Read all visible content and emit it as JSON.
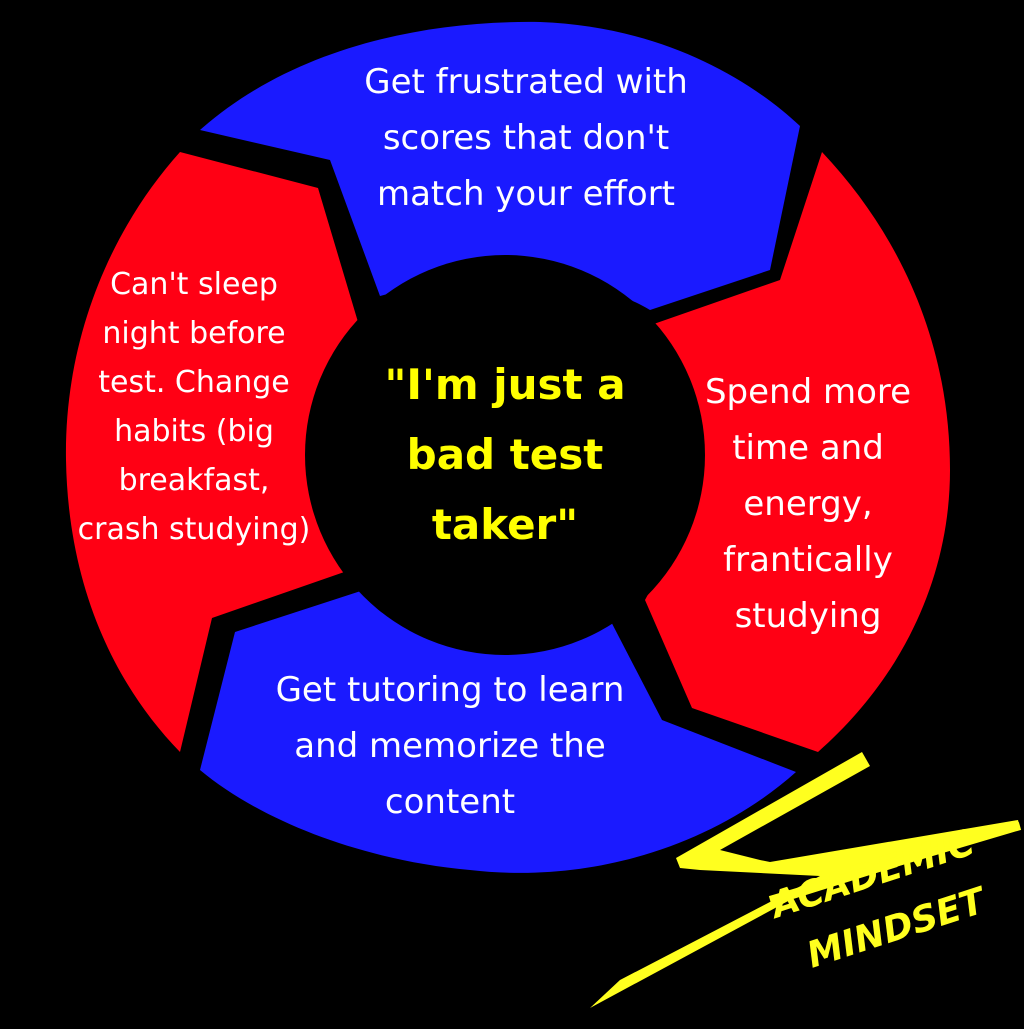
{
  "colors": {
    "background": "#000000",
    "segment_blue": "#1a1aff",
    "segment_red": "#ff0014",
    "hub": "#000000",
    "segment_text": "#ffffff",
    "center_text": "#ffff00",
    "logo": "#ffff1f"
  },
  "cycle": {
    "center": "\"I'm just a\nbad test\ntaker\"",
    "top": "Get frustrated with\nscores that don't\nmatch your effort",
    "right": "Spend more\ntime and\nenergy,\nfrantically\nstudying",
    "bottom": "Get tutoring to learn\nand memorize the\ncontent",
    "left": "Can't sleep\nnight before\ntest. Change\nhabits (big\nbreakfast,\ncrash studying)"
  },
  "logo": {
    "line1": "ACADEMIC",
    "line2": "MINDSET"
  }
}
